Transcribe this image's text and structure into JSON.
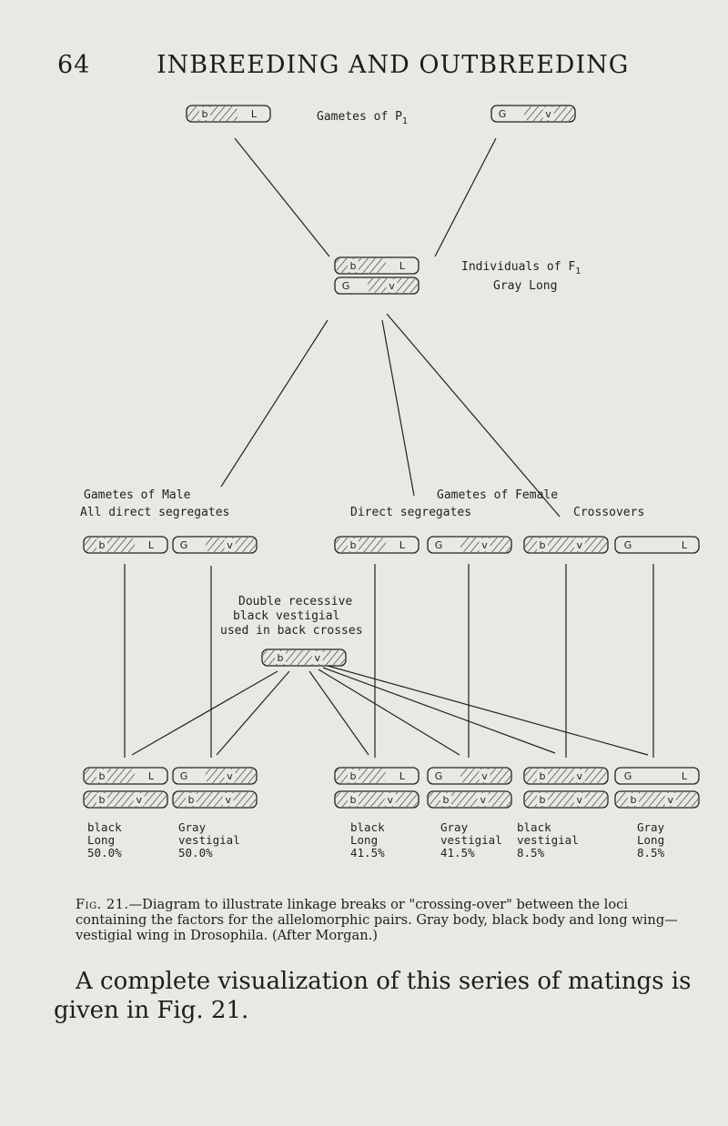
{
  "header": {
    "page_number": "64",
    "title": "INBREEDING AND OUTBREEDING"
  },
  "diagram": {
    "gametes_p1": "Gametes of P",
    "gametes_p1_sub": "1",
    "individuals_f1_line1": "Individuals of F",
    "individuals_f1_sub": "1",
    "individuals_f1_line2": "Gray Long",
    "gametes_male_line1": "Gametes of Male",
    "gametes_male_line2": "All direct segregates",
    "gametes_female_line1": "Gametes of Female",
    "direct_segregates": "Direct segregates",
    "crossovers": "Crossovers",
    "double_recessive": [
      "Double recessive",
      "black vestigial",
      "used in back crosses"
    ],
    "chromosome_letters": {
      "b": "b",
      "v": "v",
      "L": "L",
      "G": "G"
    },
    "offspring": [
      {
        "line1": "black",
        "line2": "Long",
        "percent": "50.0%"
      },
      {
        "line1": "Gray",
        "line2": "vestigial",
        "percent": "50.0%"
      },
      {
        "line1": "black",
        "line2": "Long",
        "percent": "41.5%"
      },
      {
        "line1": "Gray",
        "line2": "vestigial",
        "percent": "41.5%"
      },
      {
        "line1": "black",
        "line2": "vestigial",
        "percent": "8.5%"
      },
      {
        "line1": "Gray",
        "line2": "Long",
        "percent": "8.5%"
      }
    ]
  },
  "caption": {
    "fig_label": "Fig. 21.",
    "text": "—Diagram to illustrate linkage breaks or \"crossing-over\" between the loci containing the factors for the allelomorphic pairs. Gray body, black body and long wing—vestigial wing in Drosophila. (After Morgan.)"
  },
  "paragraph": {
    "line1": "A complete visualization of this series of matings is",
    "line2": "given in Fig. 21."
  }
}
